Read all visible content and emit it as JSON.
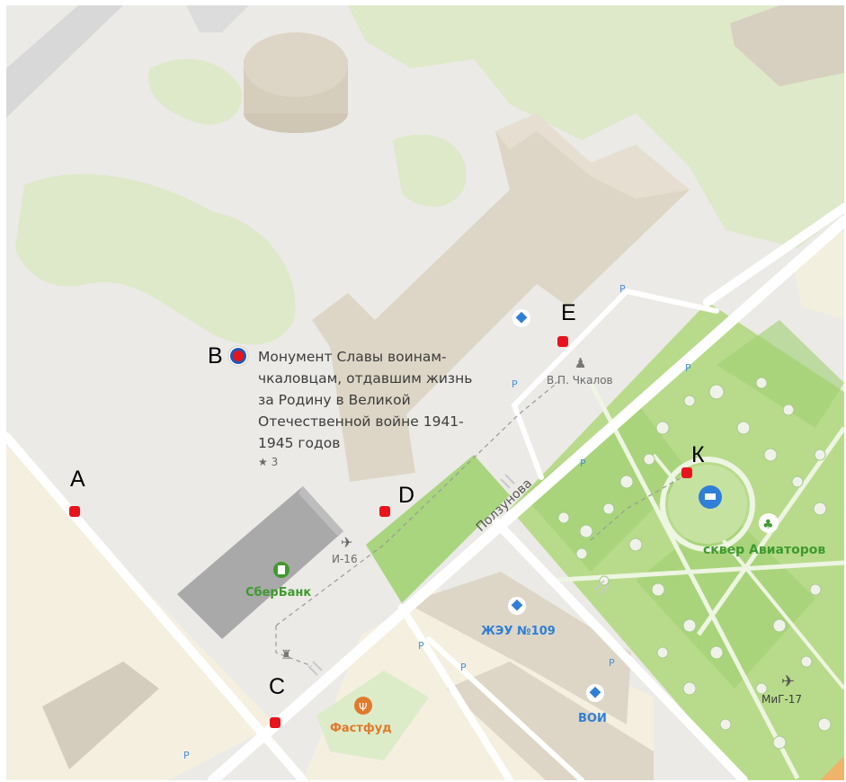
{
  "map": {
    "monument": {
      "lines": [
        "Монумент Славы воинам-",
        "чкаловцам, отдавшим жизнь",
        "за Родину в Великой",
        "Отечественной войне 1941-",
        "1945 годов"
      ],
      "rating": "★ 3"
    },
    "markers": [
      {
        "id": "A",
        "label": "A",
        "color": "#e8141b"
      },
      {
        "id": "B",
        "label": "B",
        "color": "#e8141b"
      },
      {
        "id": "C",
        "label": "C",
        "color": "#e8141b"
      },
      {
        "id": "D",
        "label": "D",
        "color": "#e8141b"
      },
      {
        "id": "E",
        "label": "E",
        "color": "#e8141b"
      },
      {
        "id": "K",
        "label": "К",
        "color": "#e8141b"
      }
    ],
    "poi": {
      "chkalov": "В.П. Чкалов",
      "i16": "И-16",
      "sberbank": "СберБанк",
      "zheu": "ЖЭУ №109",
      "voi": "ВОИ",
      "fastfood": "Фастфуд",
      "mig17": "МиГ-17",
      "park": "сквер Авиаторов"
    },
    "streets": {
      "polzunova": "Ползунова"
    },
    "parking_letter": "P",
    "colors": {
      "background": "#ebeae6",
      "park_green": "#dbe9c6",
      "square_green": "#b9dc8c",
      "building": "#dcd5c5",
      "building_dark": "#a9a9a9",
      "road": "#ffffff",
      "marker": "#e8141b",
      "poi_blue": "#2f7fd6",
      "poi_green": "#3f9a2e",
      "poi_orange": "#e07a2c"
    }
  }
}
